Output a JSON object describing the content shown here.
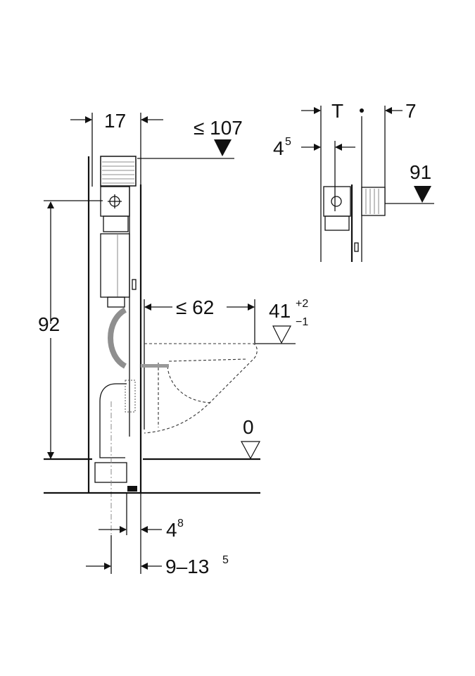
{
  "dimensions": {
    "frame_depth": "17",
    "actuator_height": "≤ 107",
    "actuator_height_marker": "filled-triangle",
    "fill_valve_height": "92",
    "projection": "≤ 62",
    "seat_height": "41",
    "seat_tol_plus": "+2",
    "seat_tol_minus": "−1",
    "floor_level": "0",
    "pipe_offset": "4",
    "pipe_offset_sup": "8",
    "wall_offset": "9–13",
    "wall_offset_sup": "5"
  },
  "detail": {
    "thickness": "T",
    "offset_right": "7",
    "offset_left": "4",
    "offset_left_sup": "5",
    "height": "91"
  }
}
